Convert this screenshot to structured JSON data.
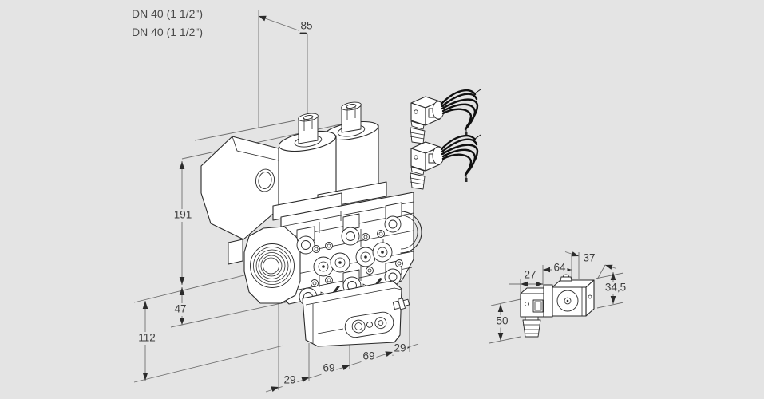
{
  "drawing": {
    "title_context": "Valve dimensional drawing",
    "port_labels": [
      "DN 40 (1 1/2\")",
      "DN 40 (1 1/2\")"
    ],
    "dimensions": {
      "solenoid_spacing_mm": "85",
      "overall_height_mm": "191",
      "axis_height_mm": "47",
      "lower_height_mm": "112",
      "bottom_left_mm": "29",
      "bottom_span1_mm": "69",
      "bottom_span2_mm": "69",
      "bottom_right_mm": "29"
    },
    "accessory_dimensions": {
      "connector_depth_mm": "27",
      "body_length_mm": "64",
      "cap_depth_mm": "37",
      "body_height_mm": "34,5",
      "connector_height_mm": "50"
    },
    "colors": {
      "background": "#e4e4e4",
      "outline": "#2a2a2a",
      "dimension_line": "#6f6f6f",
      "text": "#3d3d3d",
      "cable": "#111111"
    }
  }
}
